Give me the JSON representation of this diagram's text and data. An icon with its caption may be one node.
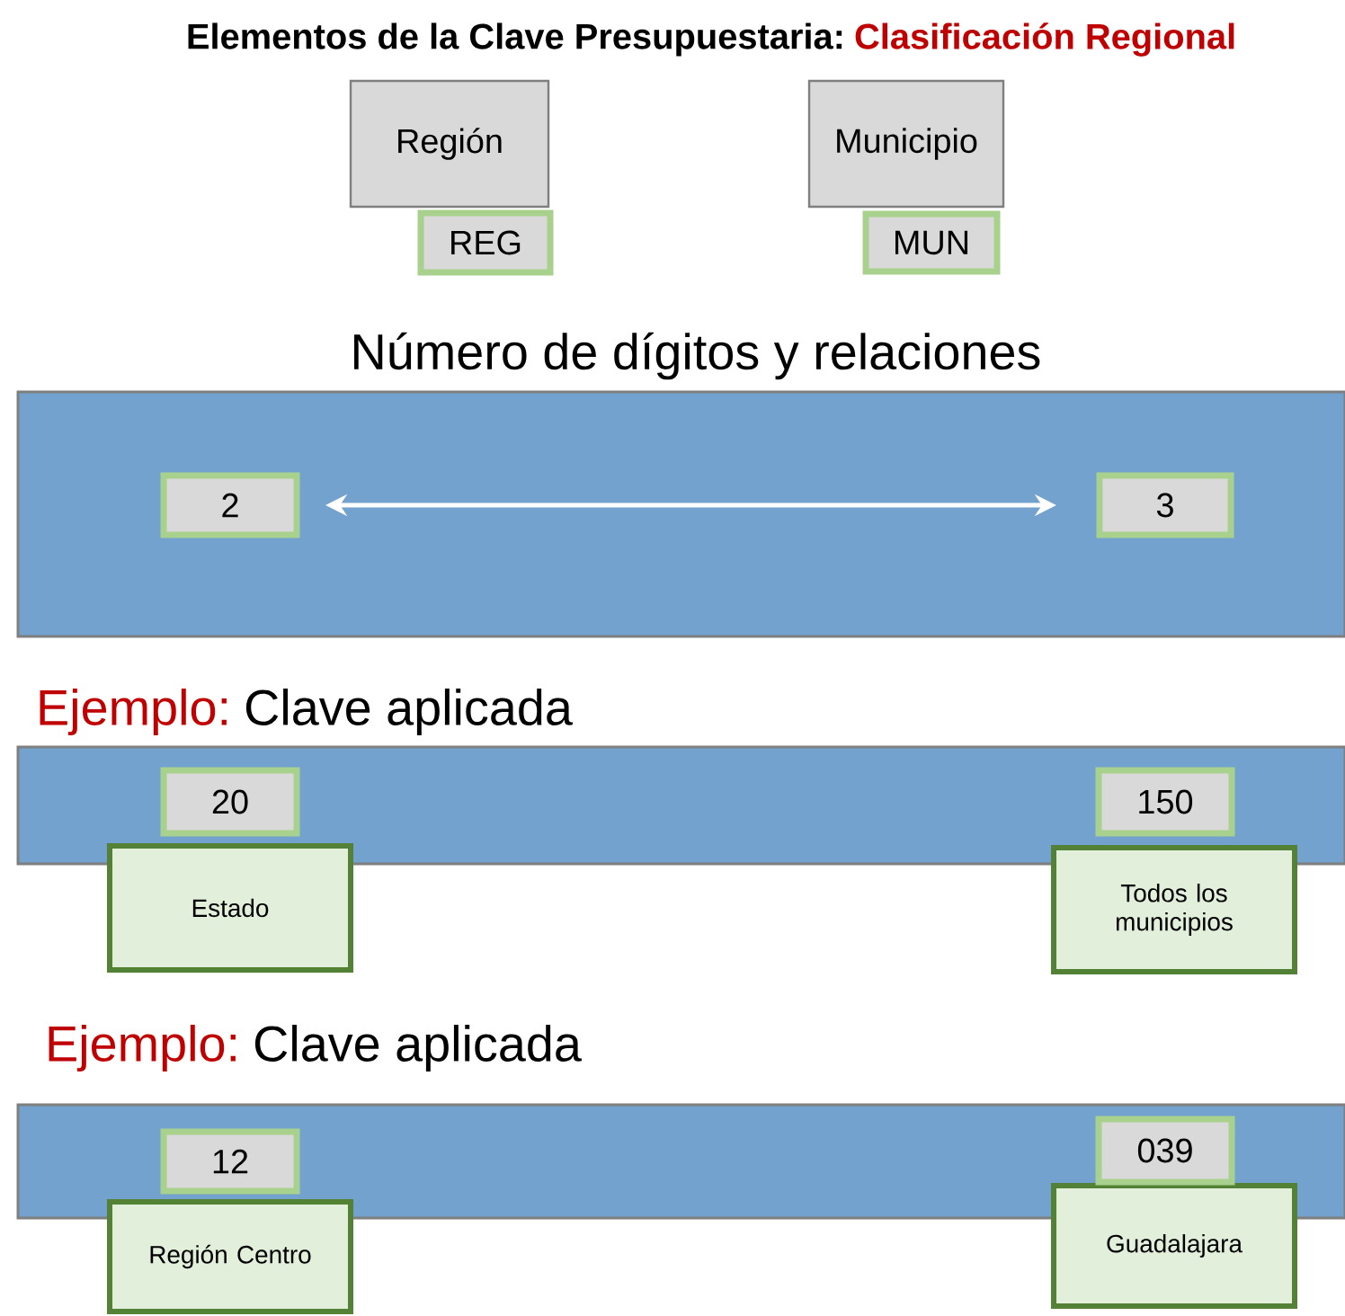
{
  "diagram": {
    "title": "Elementos de la Clave Presupuestaria:",
    "nodes": [
      {
        "text": [
          "Región"
        ]
      },
      {
        "text": [
          "REG"
        ]
      },
      {
        "text": [
          "Municipio"
        ]
      },
      {
        "text": [
          "MUN"
        ]
      },
      {
        "text": [
          "Número de dígitos y relaciones"
        ]
      },
      {
        "text": [
          "2"
        ],
        "in": 4
      },
      {
        "text": [
          "3"
        ],
        "in": 4
      },
      {
        "text": [
          "Ejemplo:",
          "Clave aplicada"
        ]
      },
      {
        "text": [
          "20"
        ],
        "in": 7
      },
      {
        "text": [
          "Estado"
        ]
      },
      {
        "text": [
          "150"
        ],
        "in": 7
      },
      {
        "text": [
          "Todos los municipios"
        ]
      },
      {
        "text": [
          "Ejemplo:",
          "Clave aplicada"
        ]
      },
      {
        "text": [
          "12"
        ],
        "in": 12
      },
      {
        "text": [
          "Región Centro"
        ]
      },
      {
        "text": [
          "039"
        ],
        "in": 12
      },
      {
        "text": [
          "Guadalajara"
        ]
      }
    ],
    "edges": [
      {
        "from": 5,
        "to": 6,
        "arrow": "both",
        "color": "#ffffff"
      }
    ],
    "labels": [
      "Clasificación Regional"
    ]
  }
}
